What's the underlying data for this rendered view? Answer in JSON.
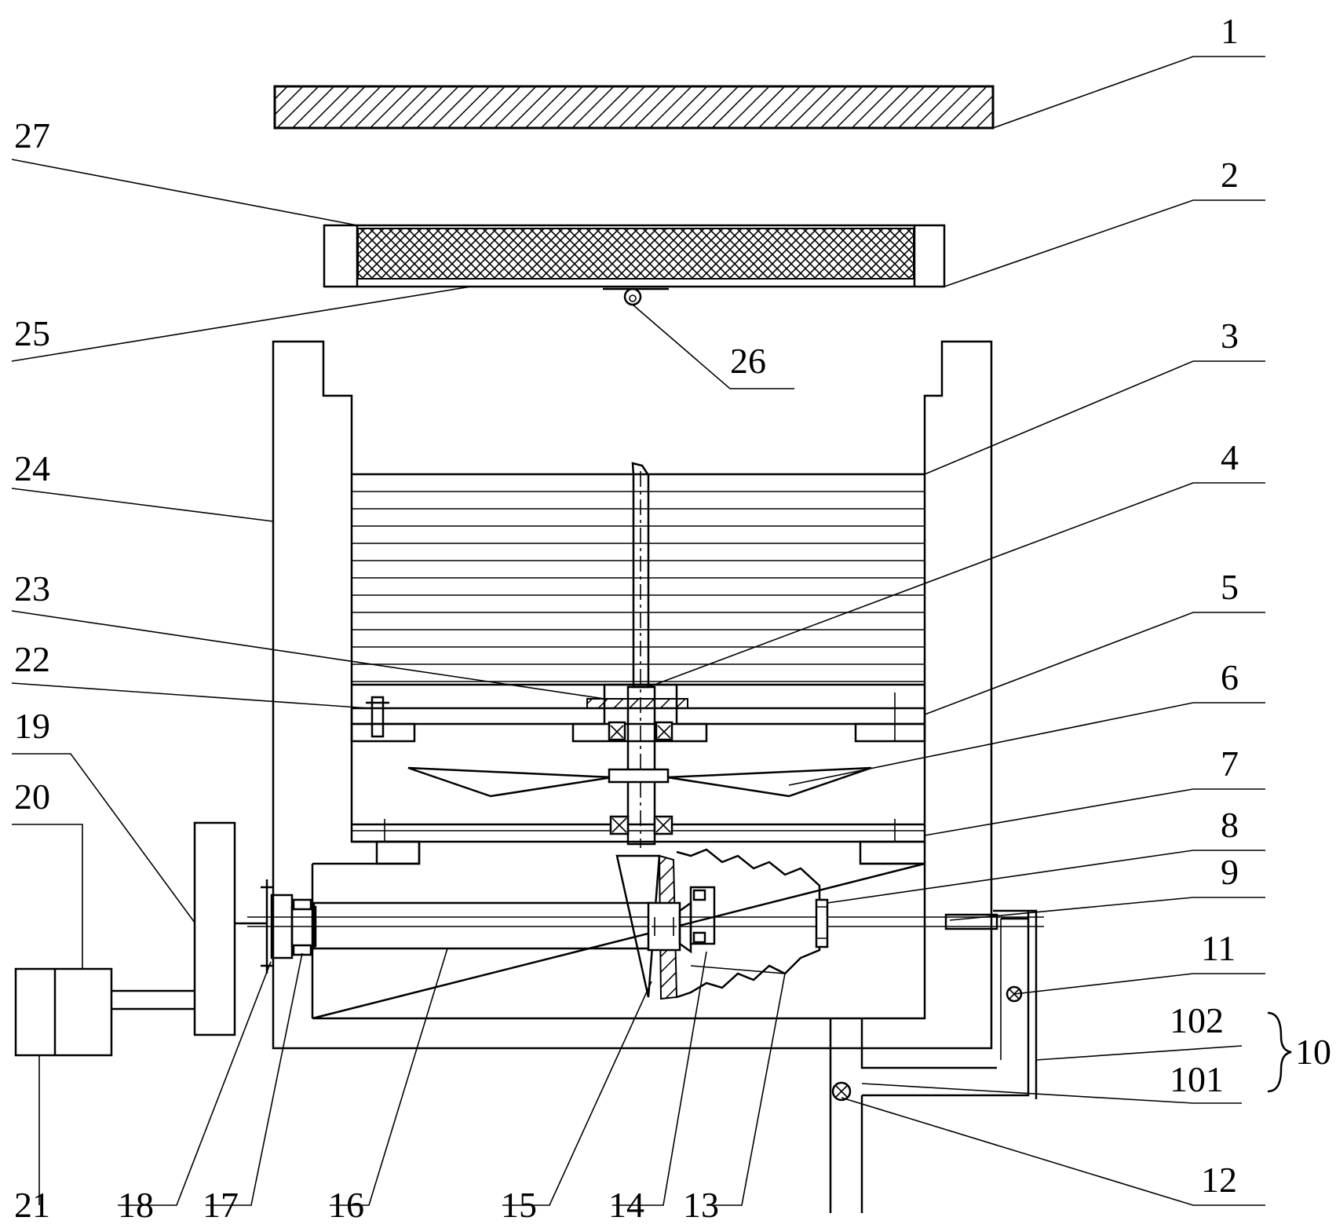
{
  "labels": {
    "l1": "1",
    "l2": "2",
    "l3": "3",
    "l4": "4",
    "l5": "5",
    "l6": "6",
    "l7": "7",
    "l8": "8",
    "l9": "9",
    "l10": "10",
    "l11": "11",
    "l12": "12",
    "l13": "13",
    "l14": "14",
    "l15": "15",
    "l16": "16",
    "l17": "17",
    "l18": "18",
    "l19": "19",
    "l20": "20",
    "l21": "21",
    "l22": "22",
    "l23": "23",
    "l24": "24",
    "l25": "25",
    "l26": "26",
    "l27": "27",
    "l101": "101",
    "l102": "102"
  },
  "colors": {
    "stroke": "#000000",
    "background": "#ffffff"
  }
}
